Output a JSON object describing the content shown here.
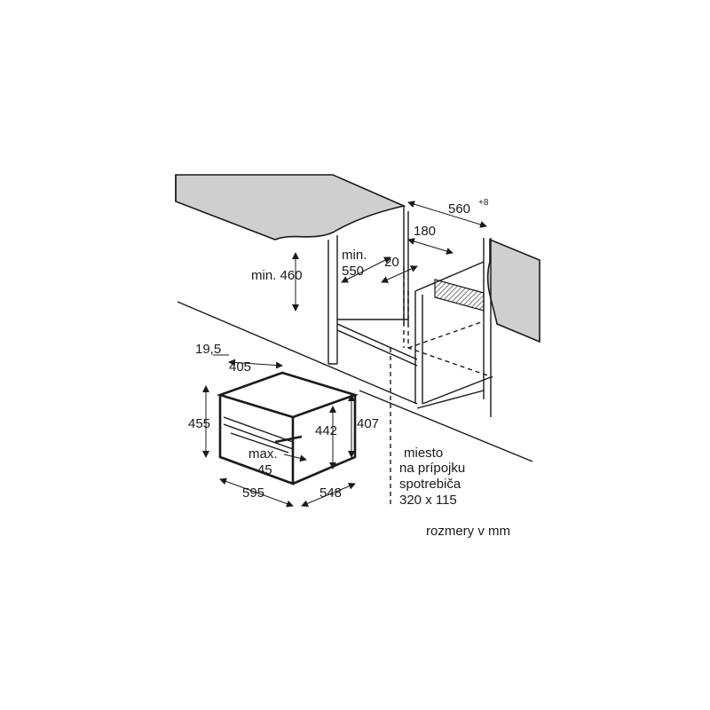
{
  "dimensions": {
    "d560": "560",
    "d560_tol": "+8",
    "d180": "180",
    "min550_line1": "min.",
    "min550_line2": "550",
    "d20": "20",
    "min460": "min. 460",
    "d19_5": "19,5",
    "d405": "405",
    "d455": "455",
    "d442": "442",
    "d407": "407",
    "max45_line1": "max.",
    "max45_line2": "45",
    "d595": "595",
    "d548": "548"
  },
  "connection_note": {
    "line1": "miesto",
    "line2": "na prípojku",
    "line3": "spotrebiča",
    "line4": "320 x 115"
  },
  "units_note": "rozmery v mm",
  "colors": {
    "countertop_fill": "#cfcfcf",
    "outline": "#1a1a1a",
    "hatch": "#555555"
  }
}
